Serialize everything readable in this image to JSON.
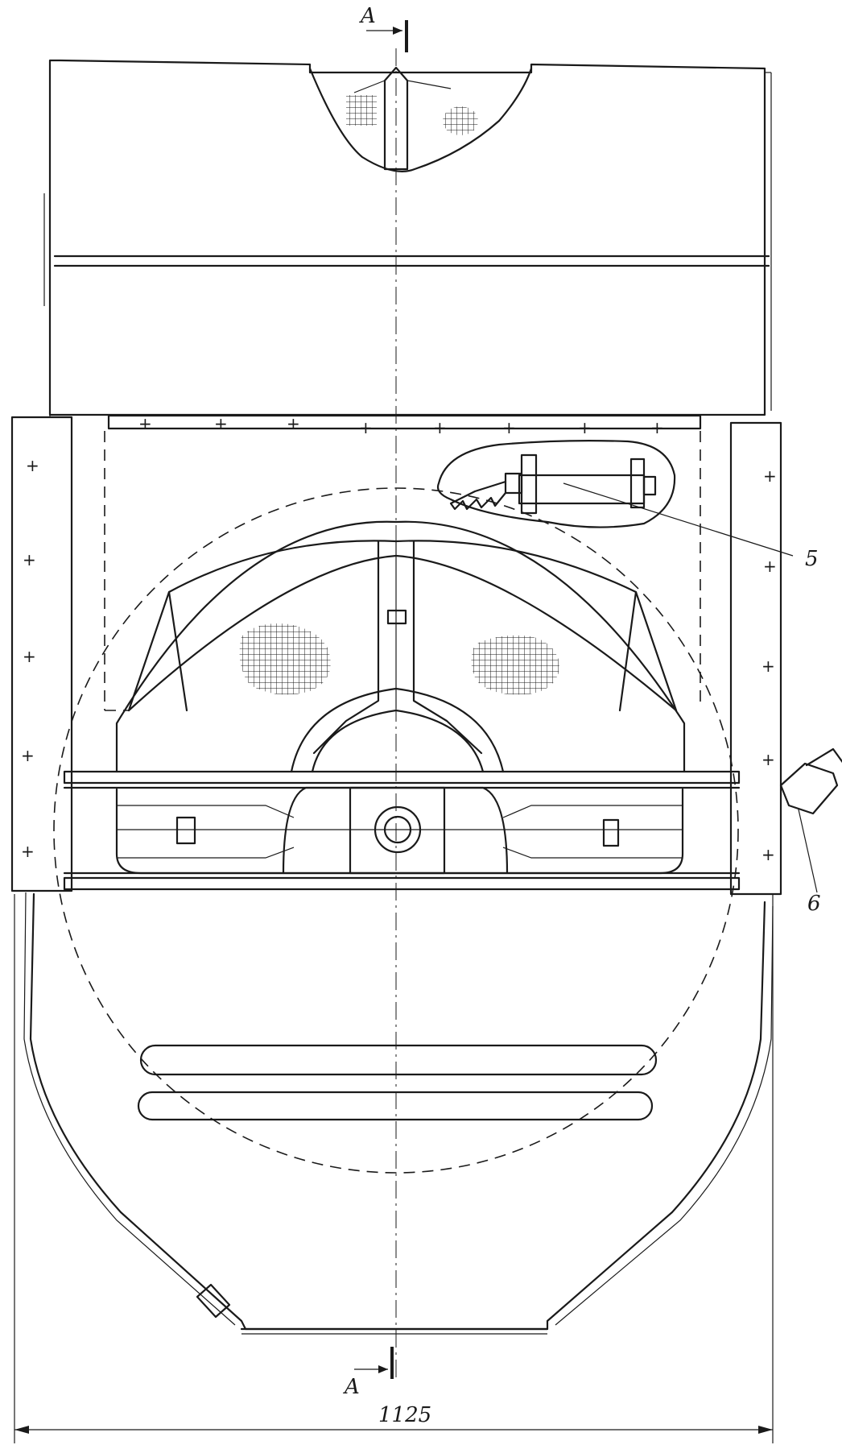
{
  "labels": {
    "section_top": "A",
    "section_bottom": "A",
    "callout_5": "5",
    "callout_6": "6",
    "overall_width": "1125"
  }
}
